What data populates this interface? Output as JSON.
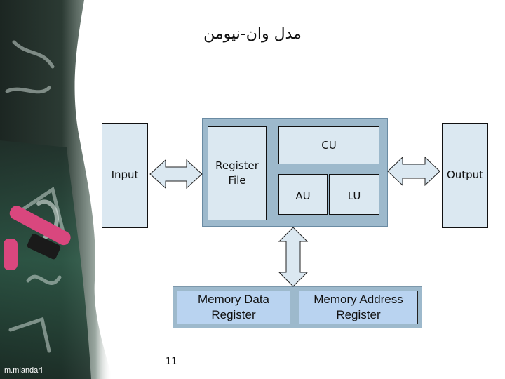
{
  "title": "مدل وان-نیومن",
  "blocks": {
    "input": "Input",
    "output": "Output",
    "register_file_line1": "Register",
    "register_file_line2": "File",
    "cu": "CU",
    "au": "AU",
    "lu": "LU",
    "mdr_line1": "Memory Data",
    "mdr_line2": "Register",
    "mar_line1": "Memory Address",
    "mar_line2": "Register"
  },
  "footer": {
    "author": "m.miandari",
    "page_number": "11"
  },
  "colors": {
    "box_fill": "#dbe8f1",
    "frame_fill": "#9db9cc",
    "memory_fill": "#b9d3f0",
    "chalkboard": "#1f2a24"
  }
}
